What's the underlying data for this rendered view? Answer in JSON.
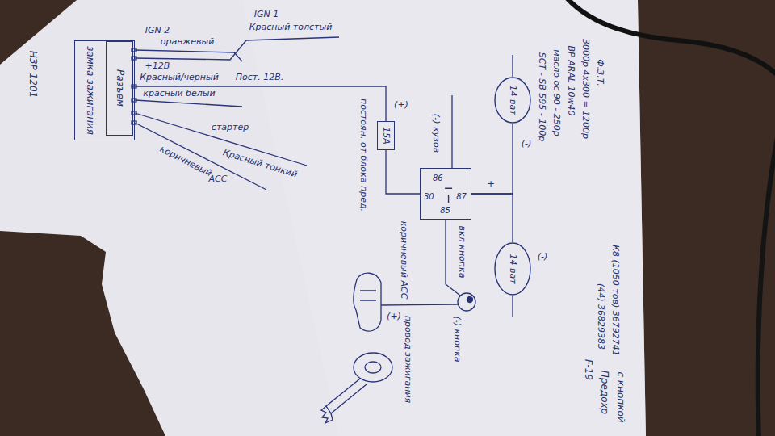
{
  "diagram": {
    "nodes": [
      {
        "text": [
          "замка зажигания"
        ]
      },
      {
        "text": [
          "Разъем"
        ],
        "in": 0
      },
      {
        "text": [
          "15А"
        ]
      },
      {
        "text": [
          "86",
          "30",
          "87",
          "85"
        ]
      },
      {
        "text": [
          "14 ват"
        ]
      },
      {
        "text": [
          "14 ват"
        ]
      }
    ],
    "edges": [
      {
        "from": 1,
        "to": 2,
        "arrow": "none",
        "label": "Пост. 12В."
      },
      {
        "from": 2,
        "to": 3,
        "arrow": "none"
      },
      {
        "from": 3,
        "to": 4,
        "arrow": "none"
      },
      {
        "from": 3,
        "to": 5,
        "arrow": "none"
      }
    ],
    "labels": [
      "НЗР 1201",
      "IGN 2",
      "оранжевый",
      "IGN 1",
      "Красный толстый",
      "+12В",
      "Красный/черный",
      "красный белый",
      "стартер",
      "Красный тонкий",
      "коричневый",
      "ACC",
      "постоян. от блока пред.",
      "(+)",
      "(-) кузов",
      "+",
      "(-)",
      "(-)",
      "вкл кнопка",
      "(-) кнопка",
      "коричневый ACC",
      "(+)",
      "провод зажигания",
      "Ф.З.Т.",
      "3000р 4х300 = 1200р",
      "ВР ARAL 10w40",
      "масло ос 90 - 250р",
      "SCT - SB 595 - 100р",
      "К8 (1050 тов) 36792741",
      "(44) 36829383",
      "F-19",
      "Предохр",
      "с кнопкой"
    ]
  }
}
